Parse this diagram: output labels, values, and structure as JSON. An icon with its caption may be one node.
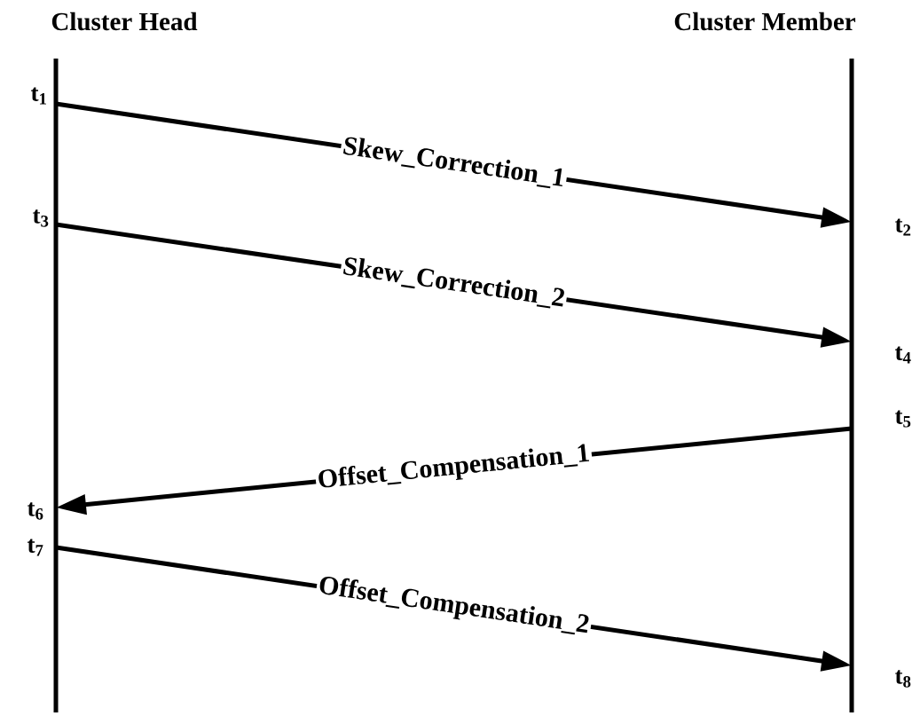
{
  "diagram": {
    "nodes": [
      {
        "text": [
          "Cluster Head"
        ]
      },
      {
        "text": [
          "Cluster Member"
        ]
      },
      {
        "text": [
          "t$_{1}$"
        ]
      },
      {
        "text": [
          "t$_{2}$"
        ]
      },
      {
        "text": [
          "t$_{3}$"
        ]
      },
      {
        "text": [
          "t$_{4}$"
        ]
      },
      {
        "text": [
          "t$_{5}$"
        ]
      },
      {
        "text": [
          "t$_{6}$"
        ]
      },
      {
        "text": [
          "t$_{7}$"
        ]
      },
      {
        "text": [
          "t$_{8}$"
        ]
      }
    ],
    "edges": [
      {
        "from": 2,
        "to": 3,
        "arrow": "to",
        "label": "Skew_Correction_1"
      },
      {
        "from": 4,
        "to": 5,
        "arrow": "to",
        "label": "Skew_Correction_2"
      },
      {
        "from": 6,
        "to": 7,
        "arrow": "to",
        "label": "Offset_Compensation_1"
      },
      {
        "from": 8,
        "to": 9,
        "arrow": "to",
        "label": "Offset_Compensation_2"
      }
    ]
  }
}
